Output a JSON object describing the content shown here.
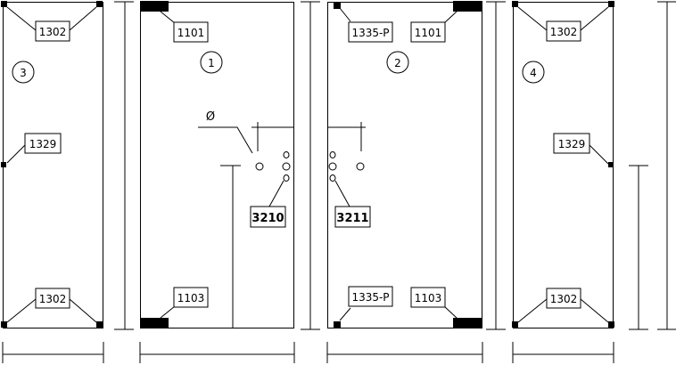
{
  "panels": [
    {
      "id": "panel-3",
      "number": "3",
      "top_label": "1302",
      "middle_label": "1329",
      "bottom_label": "1302"
    },
    {
      "id": "panel-1",
      "number": "1",
      "top_label": "1101",
      "bottom_label": "1103",
      "part_label": "3210"
    },
    {
      "id": "panel-2",
      "number": "2",
      "top_left_label": "1335-P",
      "top_right_label": "1101",
      "bottom_left_label": "1335-P",
      "bottom_right_label": "1103",
      "part_label": "3211"
    },
    {
      "id": "panel-4",
      "number": "4",
      "top_label": "1302",
      "middle_label": "1329",
      "bottom_label": "1302"
    }
  ],
  "diameter_symbol": "Ø"
}
